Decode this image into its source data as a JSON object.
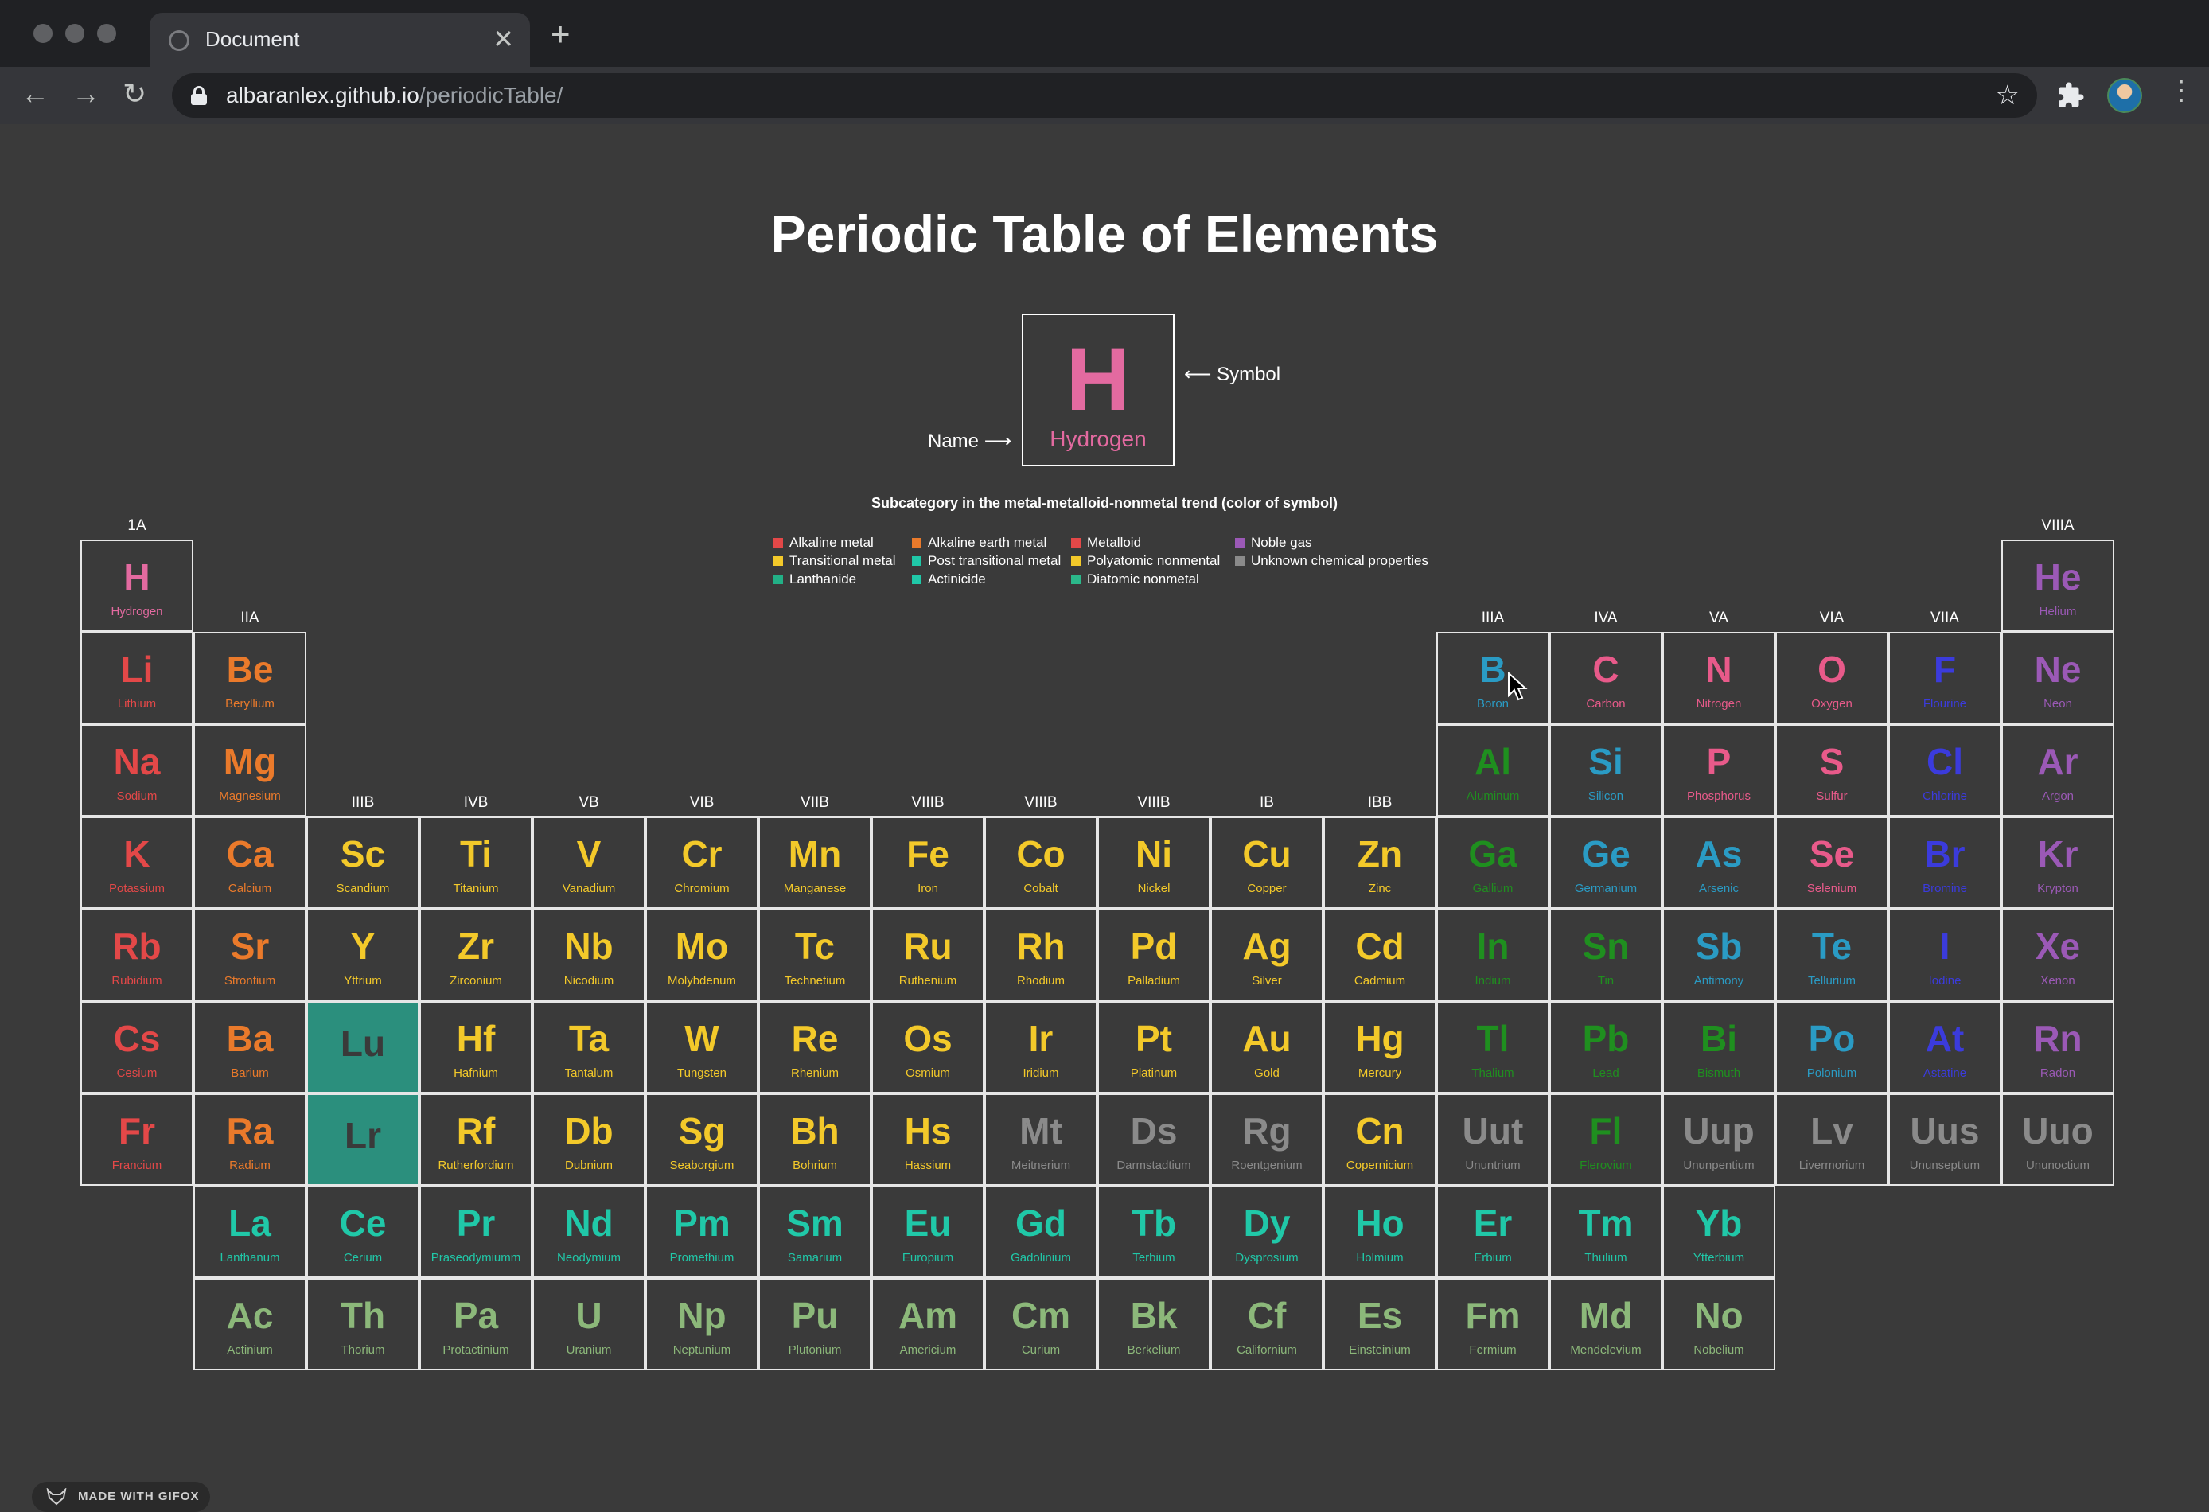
{
  "browser": {
    "tab_title": "Document",
    "url_host": "albaranlex.github.io",
    "url_path": "/periodicTable/"
  },
  "page": {
    "title": "Periodic Table of Elements",
    "key": {
      "symbol": "H",
      "name": "Hydrogen",
      "symbol_label": "Symbol",
      "name_label": "Name"
    },
    "legend_title": "Subcategory in the metal-metalloid-nonmetal trend (color of symbol)",
    "legend": [
      {
        "label": "Alkaline metal",
        "color": "#e34848"
      },
      {
        "label": "Transitional metal",
        "color": "#f3c92a"
      },
      {
        "label": "Lanthanide",
        "color": "#22b086"
      },
      {
        "label": "Alkaline earth metal",
        "color": "#ea7a2b"
      },
      {
        "label": "Post transitional metal",
        "color": "#20c8a8"
      },
      {
        "label": "Actinicide",
        "color": "#20c8a8"
      },
      {
        "label": "Metalloid",
        "color": "#e34848"
      },
      {
        "label": "Polyatomic nonmental",
        "color": "#f3c92a"
      },
      {
        "label": "Diatomic nonmetal",
        "color": "#2bb88a"
      },
      {
        "label": "Noble gas",
        "color": "#9b59b6"
      },
      {
        "label": "Unknown chemical properties",
        "color": "#8a8a8a"
      }
    ],
    "groups": [
      "1A",
      "IIA",
      "IIIB",
      "IVB",
      "VB",
      "VIB",
      "VIIB",
      "VIIIB",
      "VIIIB",
      "VIIIB",
      "IB",
      "IBB",
      "IIIA",
      "IVA",
      "VA",
      "VIA",
      "VIIA",
      "VIIIA"
    ],
    "colors": {
      "alkali": "#e34848",
      "alkaline_earth": "#ea7a2b",
      "transition": "#f3c92a",
      "post_transition": "#1f8f1f",
      "metalloid": "#2a9bc4",
      "reactive_nonmetal": "#e85a8a",
      "halogen": "#3b3bdc",
      "noble": "#9b59b6",
      "unknown": "#8a8a8a",
      "lanthanide": "#20c8a8",
      "actinide": "#8cb87a",
      "hydrogen": "#e36aa0"
    },
    "elements": [
      [
        "H",
        "Hydrogen",
        1,
        1,
        "hydrogen"
      ],
      [
        "He",
        "Helium",
        1,
        18,
        "noble"
      ],
      [
        "Li",
        "Lithium",
        2,
        1,
        "alkali"
      ],
      [
        "Be",
        "Beryllium",
        2,
        2,
        "alkaline_earth"
      ],
      [
        "B",
        "Boron",
        2,
        13,
        "metalloid"
      ],
      [
        "C",
        "Carbon",
        2,
        14,
        "reactive_nonmetal"
      ],
      [
        "N",
        "Nitrogen",
        2,
        15,
        "reactive_nonmetal"
      ],
      [
        "O",
        "Oxygen",
        2,
        16,
        "reactive_nonmetal"
      ],
      [
        "F",
        "Flourine",
        2,
        17,
        "halogen"
      ],
      [
        "Ne",
        "Neon",
        2,
        18,
        "noble"
      ],
      [
        "Na",
        "Sodium",
        3,
        1,
        "alkali"
      ],
      [
        "Mg",
        "Magnesium",
        3,
        2,
        "alkaline_earth"
      ],
      [
        "Al",
        "Aluminum",
        3,
        13,
        "post_transition"
      ],
      [
        "Si",
        "Silicon",
        3,
        14,
        "metalloid"
      ],
      [
        "P",
        "Phosphorus",
        3,
        15,
        "reactive_nonmetal"
      ],
      [
        "S",
        "Sulfur",
        3,
        16,
        "reactive_nonmetal"
      ],
      [
        "Cl",
        "Chlorine",
        3,
        17,
        "halogen"
      ],
      [
        "Ar",
        "Argon",
        3,
        18,
        "noble"
      ],
      [
        "K",
        "Potassium",
        4,
        1,
        "alkali"
      ],
      [
        "Ca",
        "Calcium",
        4,
        2,
        "alkaline_earth"
      ],
      [
        "Sc",
        "Scandium",
        4,
        3,
        "transition"
      ],
      [
        "Ti",
        "Titanium",
        4,
        4,
        "transition"
      ],
      [
        "V",
        "Vanadium",
        4,
        5,
        "transition"
      ],
      [
        "Cr",
        "Chromium",
        4,
        6,
        "transition"
      ],
      [
        "Mn",
        "Manganese",
        4,
        7,
        "transition"
      ],
      [
        "Fe",
        "Iron",
        4,
        8,
        "transition"
      ],
      [
        "Co",
        "Cobalt",
        4,
        9,
        "transition"
      ],
      [
        "Ni",
        "Nickel",
        4,
        10,
        "transition"
      ],
      [
        "Cu",
        "Copper",
        4,
        11,
        "transition"
      ],
      [
        "Zn",
        "Zinc",
        4,
        12,
        "transition"
      ],
      [
        "Ga",
        "Gallium",
        4,
        13,
        "post_transition"
      ],
      [
        "Ge",
        "Germanium",
        4,
        14,
        "metalloid"
      ],
      [
        "As",
        "Arsenic",
        4,
        15,
        "metalloid"
      ],
      [
        "Se",
        "Selenium",
        4,
        16,
        "reactive_nonmetal"
      ],
      [
        "Br",
        "Bromine",
        4,
        17,
        "halogen"
      ],
      [
        "Kr",
        "Krypton",
        4,
        18,
        "noble"
      ],
      [
        "Rb",
        "Rubidium",
        5,
        1,
        "alkali"
      ],
      [
        "Sr",
        "Strontium",
        5,
        2,
        "alkaline_earth"
      ],
      [
        "Y",
        "Yttrium",
        5,
        3,
        "transition"
      ],
      [
        "Zr",
        "Zirconium",
        5,
        4,
        "transition"
      ],
      [
        "Nb",
        "Nicodium",
        5,
        5,
        "transition"
      ],
      [
        "Mo",
        "Molybdenum",
        5,
        6,
        "transition"
      ],
      [
        "Tc",
        "Technetium",
        5,
        7,
        "transition"
      ],
      [
        "Ru",
        "Ruthenium",
        5,
        8,
        "transition"
      ],
      [
        "Rh",
        "Rhodium",
        5,
        9,
        "transition"
      ],
      [
        "Pd",
        "Palladium",
        5,
        10,
        "transition"
      ],
      [
        "Ag",
        "Silver",
        5,
        11,
        "transition"
      ],
      [
        "Cd",
        "Cadmium",
        5,
        12,
        "transition"
      ],
      [
        "In",
        "Indium",
        5,
        13,
        "post_transition"
      ],
      [
        "Sn",
        "Tin",
        5,
        14,
        "post_transition"
      ],
      [
        "Sb",
        "Antimony",
        5,
        15,
        "metalloid"
      ],
      [
        "Te",
        "Tellurium",
        5,
        16,
        "metalloid"
      ],
      [
        "I",
        "Iodine",
        5,
        17,
        "halogen"
      ],
      [
        "Xe",
        "Xenon",
        5,
        18,
        "noble"
      ],
      [
        "Cs",
        "Cesium",
        6,
        1,
        "alkali"
      ],
      [
        "Ba",
        "Barium",
        6,
        2,
        "alkaline_earth"
      ],
      [
        "Lu",
        "",
        6,
        3,
        "placeholder"
      ],
      [
        "Hf",
        "Hafnium",
        6,
        4,
        "transition"
      ],
      [
        "Ta",
        "Tantalum",
        6,
        5,
        "transition"
      ],
      [
        "W",
        "Tungsten",
        6,
        6,
        "transition"
      ],
      [
        "Re",
        "Rhenium",
        6,
        7,
        "transition"
      ],
      [
        "Os",
        "Osmium",
        6,
        8,
        "transition"
      ],
      [
        "Ir",
        "Iridium",
        6,
        9,
        "transition"
      ],
      [
        "Pt",
        "Platinum",
        6,
        10,
        "transition"
      ],
      [
        "Au",
        "Gold",
        6,
        11,
        "transition"
      ],
      [
        "Hg",
        "Mercury",
        6,
        12,
        "transition"
      ],
      [
        "Tl",
        "Thalium",
        6,
        13,
        "post_transition"
      ],
      [
        "Pb",
        "Lead",
        6,
        14,
        "post_transition"
      ],
      [
        "Bi",
        "Bismuth",
        6,
        15,
        "post_transition"
      ],
      [
        "Po",
        "Polonium",
        6,
        16,
        "metalloid"
      ],
      [
        "At",
        "Astatine",
        6,
        17,
        "halogen"
      ],
      [
        "Rn",
        "Radon",
        6,
        18,
        "noble"
      ],
      [
        "Fr",
        "Francium",
        7,
        1,
        "alkali"
      ],
      [
        "Ra",
        "Radium",
        7,
        2,
        "alkaline_earth"
      ],
      [
        "Lr",
        "",
        7,
        3,
        "placeholder"
      ],
      [
        "Rf",
        "Rutherfordium",
        7,
        4,
        "transition"
      ],
      [
        "Db",
        "Dubnium",
        7,
        5,
        "transition"
      ],
      [
        "Sg",
        "Seaborgium",
        7,
        6,
        "transition"
      ],
      [
        "Bh",
        "Bohrium",
        7,
        7,
        "transition"
      ],
      [
        "Hs",
        "Hassium",
        7,
        8,
        "transition"
      ],
      [
        "Mt",
        "Meitnerium",
        7,
        9,
        "unknown"
      ],
      [
        "Ds",
        "Darmstadtium",
        7,
        10,
        "unknown"
      ],
      [
        "Rg",
        "Roentgenium",
        7,
        11,
        "unknown"
      ],
      [
        "Cn",
        "Copernicium",
        7,
        12,
        "transition"
      ],
      [
        "Uut",
        "Ununtrium",
        7,
        13,
        "unknown"
      ],
      [
        "Fl",
        "Flerovium",
        7,
        14,
        "post_transition"
      ],
      [
        "Uup",
        "Ununpentium",
        7,
        15,
        "unknown"
      ],
      [
        "Lv",
        "Livermorium",
        7,
        16,
        "unknown"
      ],
      [
        "Uus",
        "Ununseptium",
        7,
        17,
        "unknown"
      ],
      [
        "Uuo",
        "Ununoctium",
        7,
        18,
        "unknown"
      ],
      [
        "La",
        "Lanthanum",
        8,
        2,
        "lanthanide"
      ],
      [
        "Ce",
        "Cerium",
        8,
        3,
        "lanthanide"
      ],
      [
        "Pr",
        "Praseodymiumm",
        8,
        4,
        "lanthanide"
      ],
      [
        "Nd",
        "Neodymium",
        8,
        5,
        "lanthanide"
      ],
      [
        "Pm",
        "Promethium",
        8,
        6,
        "lanthanide"
      ],
      [
        "Sm",
        "Samarium",
        8,
        7,
        "lanthanide"
      ],
      [
        "Eu",
        "Europium",
        8,
        8,
        "lanthanide"
      ],
      [
        "Gd",
        "Gadolinium",
        8,
        9,
        "lanthanide"
      ],
      [
        "Tb",
        "Terbium",
        8,
        10,
        "lanthanide"
      ],
      [
        "Dy",
        "Dysprosium",
        8,
        11,
        "lanthanide"
      ],
      [
        "Ho",
        "Holmium",
        8,
        12,
        "lanthanide"
      ],
      [
        "Er",
        "Erbium",
        8,
        13,
        "lanthanide"
      ],
      [
        "Tm",
        "Thulium",
        8,
        14,
        "lanthanide"
      ],
      [
        "Yb",
        "Ytterbium",
        8,
        15,
        "lanthanide"
      ],
      [
        "Ac",
        "Actinium",
        9,
        2,
        "actinide"
      ],
      [
        "Th",
        "Thorium",
        9,
        3,
        "actinide"
      ],
      [
        "Pa",
        "Protactinium",
        9,
        4,
        "actinide"
      ],
      [
        "U",
        "Uranium",
        9,
        5,
        "actinide"
      ],
      [
        "Np",
        "Neptunium",
        9,
        6,
        "actinide"
      ],
      [
        "Pu",
        "Plutonium",
        9,
        7,
        "actinide"
      ],
      [
        "Am",
        "Americium",
        9,
        8,
        "actinide"
      ],
      [
        "Cm",
        "Curium",
        9,
        9,
        "actinide"
      ],
      [
        "Bk",
        "Berkelium",
        9,
        10,
        "actinide"
      ],
      [
        "Cf",
        "Californium",
        9,
        11,
        "actinide"
      ],
      [
        "Es",
        "Einsteinium",
        9,
        12,
        "actinide"
      ],
      [
        "Fm",
        "Fermium",
        9,
        13,
        "actinide"
      ],
      [
        "Md",
        "Mendelevium",
        9,
        14,
        "actinide"
      ],
      [
        "No",
        "Nobelium",
        9,
        15,
        "actinide"
      ]
    ]
  },
  "badge": {
    "text": "MADE WITH GIFOX"
  }
}
